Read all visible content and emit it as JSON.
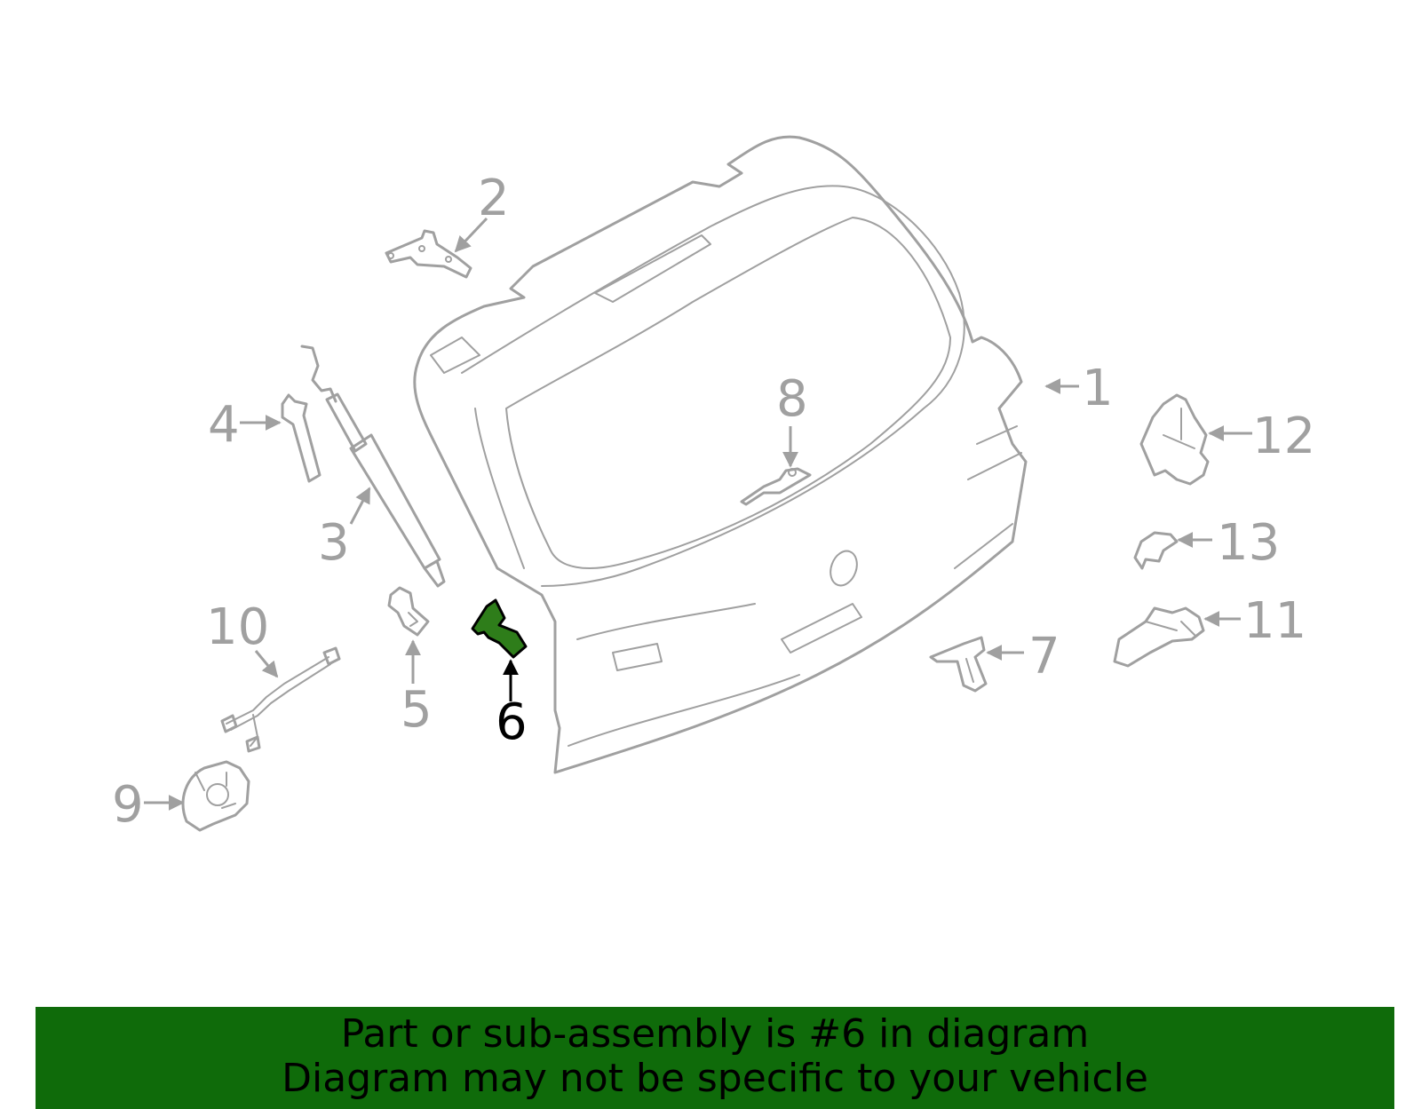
{
  "diagram": {
    "callouts": [
      {
        "label": "1",
        "active": false
      },
      {
        "label": "2",
        "active": false
      },
      {
        "label": "3",
        "active": false
      },
      {
        "label": "4",
        "active": false
      },
      {
        "label": "5",
        "active": false
      },
      {
        "label": "6",
        "active": true
      },
      {
        "label": "7",
        "active": false
      },
      {
        "label": "8",
        "active": false
      },
      {
        "label": "9",
        "active": false
      },
      {
        "label": "10",
        "active": false
      },
      {
        "label": "11",
        "active": false
      },
      {
        "label": "12",
        "active": false
      },
      {
        "label": "13",
        "active": false
      }
    ],
    "colors": {
      "line": "#a0a0a0",
      "highlight_fill": "#2e7d1a",
      "active_label": "#000000",
      "banner": "#0f6b0a"
    }
  },
  "banner": {
    "line1": "Part or sub-assembly is #6 in diagram",
    "line2": "Diagram may not be specific to your vehicle"
  }
}
